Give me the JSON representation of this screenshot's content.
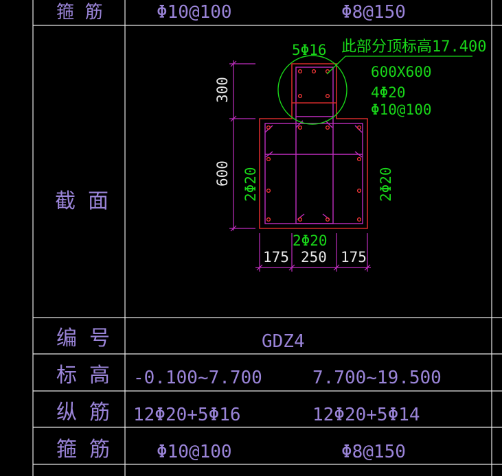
{
  "colors": {
    "grid": "#e8e8e8",
    "label": "#9a84d8",
    "dim": "#e8e8e8",
    "rebar": "#ff3a3a",
    "magenta": "#c02ec0",
    "green": "#19d619",
    "outline": "#d42a2a",
    "background": "#000000"
  },
  "top_row": {
    "label": "箍  筋",
    "col1": "Φ10@100",
    "col2": "Φ8@150"
  },
  "section": {
    "label": "截  面",
    "upper_bars": "5Φ16",
    "note": "此部分顶标高17.400",
    "size": "600X600",
    "main_bars": "4Φ20",
    "stirrup": "Φ10@100",
    "dim_upper": "300",
    "dim_lower": "600",
    "side_left": "2Φ20",
    "side_right": "2Φ20",
    "bottom_bars": "2Φ20",
    "dim_w1": "175",
    "dim_w2": "250",
    "dim_w3": "175"
  },
  "rows": [
    {
      "name": "row-id",
      "label": "编  号",
      "value": "GDZ4"
    },
    {
      "name": "row-elevation",
      "label": "标  高",
      "col1": "-0.100~7.700",
      "col2": "7.700~19.500"
    },
    {
      "name": "row-longitudinal",
      "label": "纵  筋",
      "col1": "12Φ20+5Φ16",
      "col2": "12Φ20+5Φ14"
    },
    {
      "name": "row-stirrup",
      "label": "箍  筋",
      "col1": "Φ10@100",
      "col2": "Φ8@150"
    }
  ]
}
